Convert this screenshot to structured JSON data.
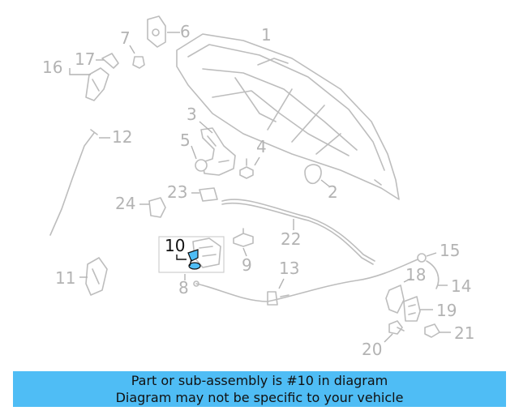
{
  "labels": {
    "l1": "1",
    "l2": "2",
    "l3": "3",
    "l4": "4",
    "l5": "5",
    "l6": "6",
    "l7": "7",
    "l8": "8",
    "l9": "9",
    "l10": "10",
    "l11": "11",
    "l12": "12",
    "l13": "13",
    "l14": "14",
    "l15": "15",
    "l16": "16",
    "l17": "17",
    "l18": "18",
    "l19": "19",
    "l20": "20",
    "l21": "21",
    "l22": "22",
    "l23": "23",
    "l24": "24"
  },
  "highlight": {
    "color": "#4fbdf5",
    "part": "10"
  },
  "banner": {
    "color": "#4fbdf5",
    "line1": "Part or sub-assembly is #10 in diagram",
    "line2": "Diagram may not be specific to your vehicle"
  }
}
